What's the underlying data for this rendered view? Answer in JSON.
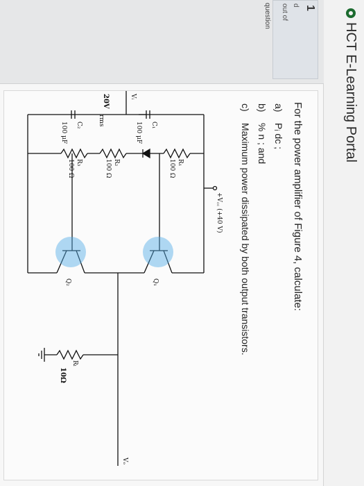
{
  "header": {
    "portal_title": "HCT E-Learning Portal"
  },
  "info": {
    "number": "1",
    "line1": "d",
    "line2": "out of",
    "flag": "question"
  },
  "question": {
    "prompt": "For the power amplifier of Figure 4, calculate:",
    "parts": [
      {
        "letter": "a)",
        "text": "Pᵢ dc ;"
      },
      {
        "letter": "b)",
        "text": "% n ; and"
      },
      {
        "letter": "c)",
        "text": "Maximum power dissipated by both output transistors."
      }
    ]
  },
  "circuit": {
    "vcc": "+V꜀꜀ (+40 V)",
    "r1": "R₁",
    "r1_val": "100 Ω",
    "r2": "R₂",
    "r2_val": "100 Ω",
    "r3": "R₃",
    "r3_val": "100 Ω",
    "rl": "Rₗ",
    "rl_val": "10Ω",
    "c1": "C₁",
    "c1_val": "100 μF",
    "c2": "C₂",
    "c2_val": "100 μF",
    "q1": "Q₁",
    "q2": "Q₂",
    "vi": "Vᵢ",
    "vo": "Vₒ",
    "source": "20V",
    "source_unit": "rms"
  }
}
